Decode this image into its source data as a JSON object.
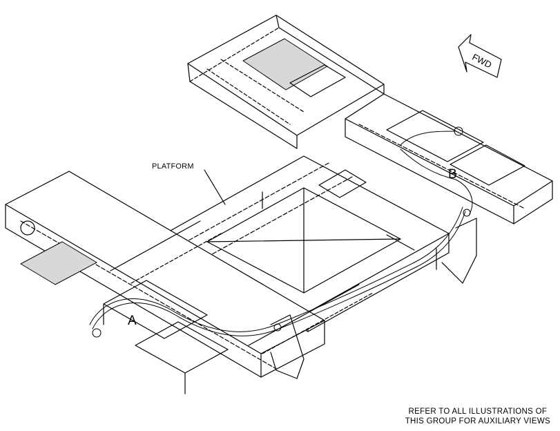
{
  "labels": {
    "platform": "PLATFORM",
    "detail_a": "A",
    "detail_b": "B",
    "forward": "FWD"
  },
  "note": {
    "line1": "REFER TO ALL ILLUSTRATIONS OF",
    "line2": "THIS GROUP FOR AUXILIARY VIEWS"
  },
  "colors": {
    "ink": "#000000",
    "fill": "#ffffff",
    "shade": "#d8d8d8"
  }
}
